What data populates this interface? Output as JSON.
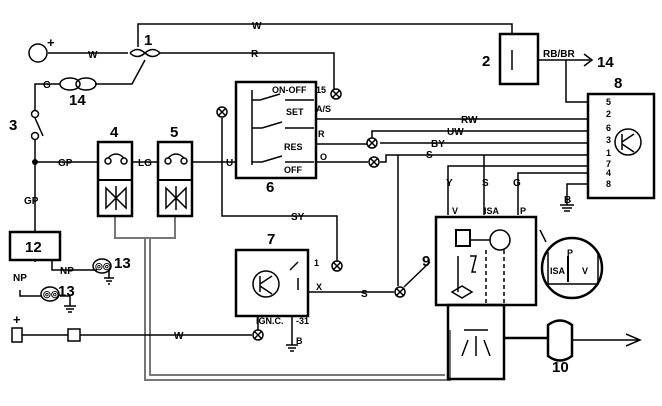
{
  "components": {
    "c1": "1",
    "c2": "2",
    "c3": "3",
    "c4": "4",
    "c5": "5",
    "c6": "6",
    "c7": "7",
    "c8": "8",
    "c9": "9",
    "c10": "10",
    "c12": "12",
    "c13a": "13",
    "c13b": "13",
    "c14a": "14",
    "c14b": "14"
  },
  "wires": {
    "w_top": "W",
    "w_c1": "W",
    "r_c1": "R",
    "g_left": "G",
    "gp_top": "GP",
    "gp_left": "GP",
    "lg": "LG",
    "u": "U",
    "rw": "RW",
    "uw": "UW",
    "by": "BY",
    "s_mid": "S",
    "sy": "SY",
    "np_a": "NP",
    "np_b": "NP",
    "s_c7": "S",
    "w_bottom": "W",
    "rbbr": "RB/BR",
    "y": "Y",
    "s_c9": "S",
    "g_c9": "G",
    "b_c8": "B"
  },
  "switch6": {
    "t15": "15",
    "on_off": "ON-OFF",
    "as": "A/S",
    "set": "SET",
    "r": "R",
    "res": "RES",
    "o": "O",
    "off": "OFF"
  },
  "unit7": {
    "t1": "1",
    "x": "X",
    "ignc": "IGN.C.",
    "t31": "-31",
    "b": "B"
  },
  "unit8": {
    "pins": [
      "5",
      "2",
      "6",
      "3",
      "1",
      "7",
      "4",
      "8"
    ]
  },
  "unit9": {
    "v": "V",
    "isa": "ISA",
    "p": "P"
  },
  "inset": {
    "p": "P",
    "isa": "ISA",
    "v": "V"
  },
  "plus_top": "+",
  "plus_bottom": "+"
}
